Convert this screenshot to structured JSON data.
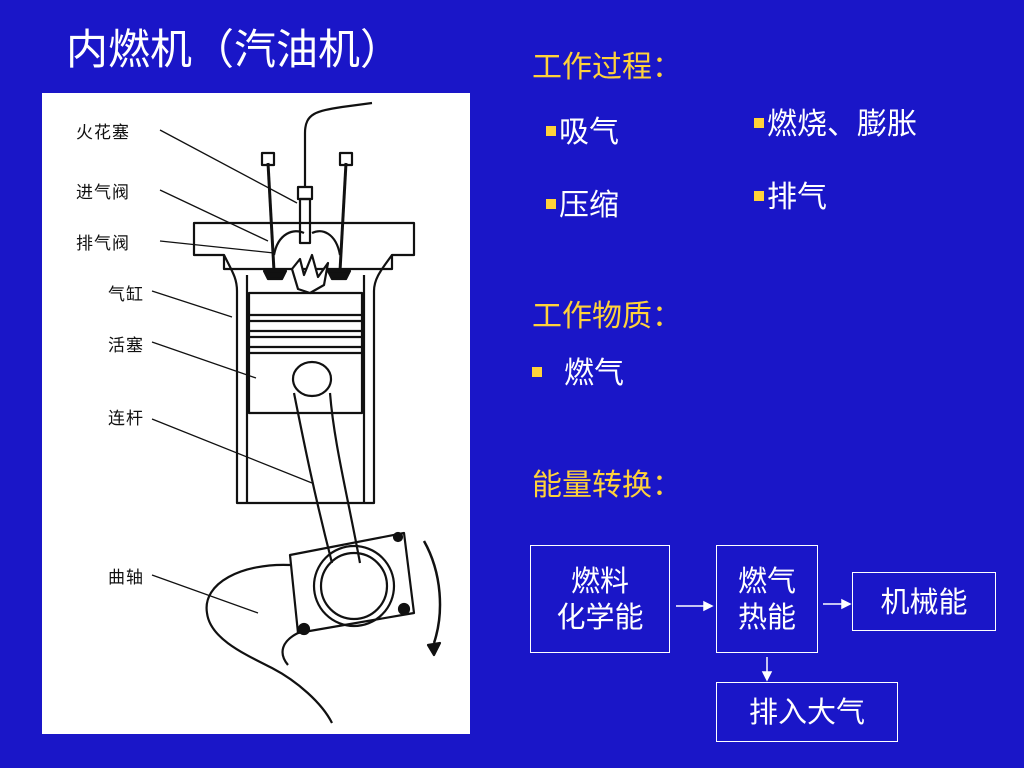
{
  "title": "内燃机（汽油机）",
  "figure": {
    "labels": [
      "火花塞",
      "进气阀",
      "排气阀",
      "气缸",
      "活塞",
      "连杆",
      "曲轴"
    ]
  },
  "process": {
    "heading": "工作过程：",
    "items": [
      "吸气",
      "压缩",
      "燃烧、膨胀",
      "排气"
    ]
  },
  "substance": {
    "heading": "工作物质：",
    "items": [
      "燃气"
    ]
  },
  "energy": {
    "heading": "能量转换：",
    "boxes": {
      "fuel": [
        "燃料",
        "化学能"
      ],
      "gas": [
        "燃气",
        "热能"
      ],
      "mech": [
        "机械能"
      ],
      "exhaust": [
        "排入大气"
      ]
    }
  },
  "colors": {
    "background": "#1a16c8",
    "heading": "#ffd23a",
    "text": "#ffffff"
  }
}
